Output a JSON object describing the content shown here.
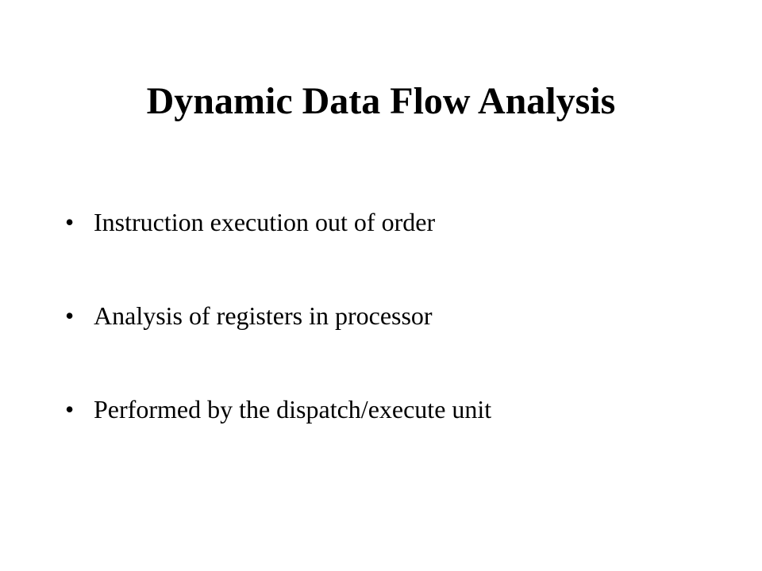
{
  "slide": {
    "title": "Dynamic Data Flow Analysis",
    "bullet_glyph": "•",
    "bullets": [
      {
        "text": "Instruction execution out of order"
      },
      {
        "text": "Analysis of registers in processor"
      },
      {
        "text": "Performed by the dispatch/execute unit"
      }
    ]
  },
  "colors": {
    "background": "#ffffff",
    "text": "#000000"
  }
}
